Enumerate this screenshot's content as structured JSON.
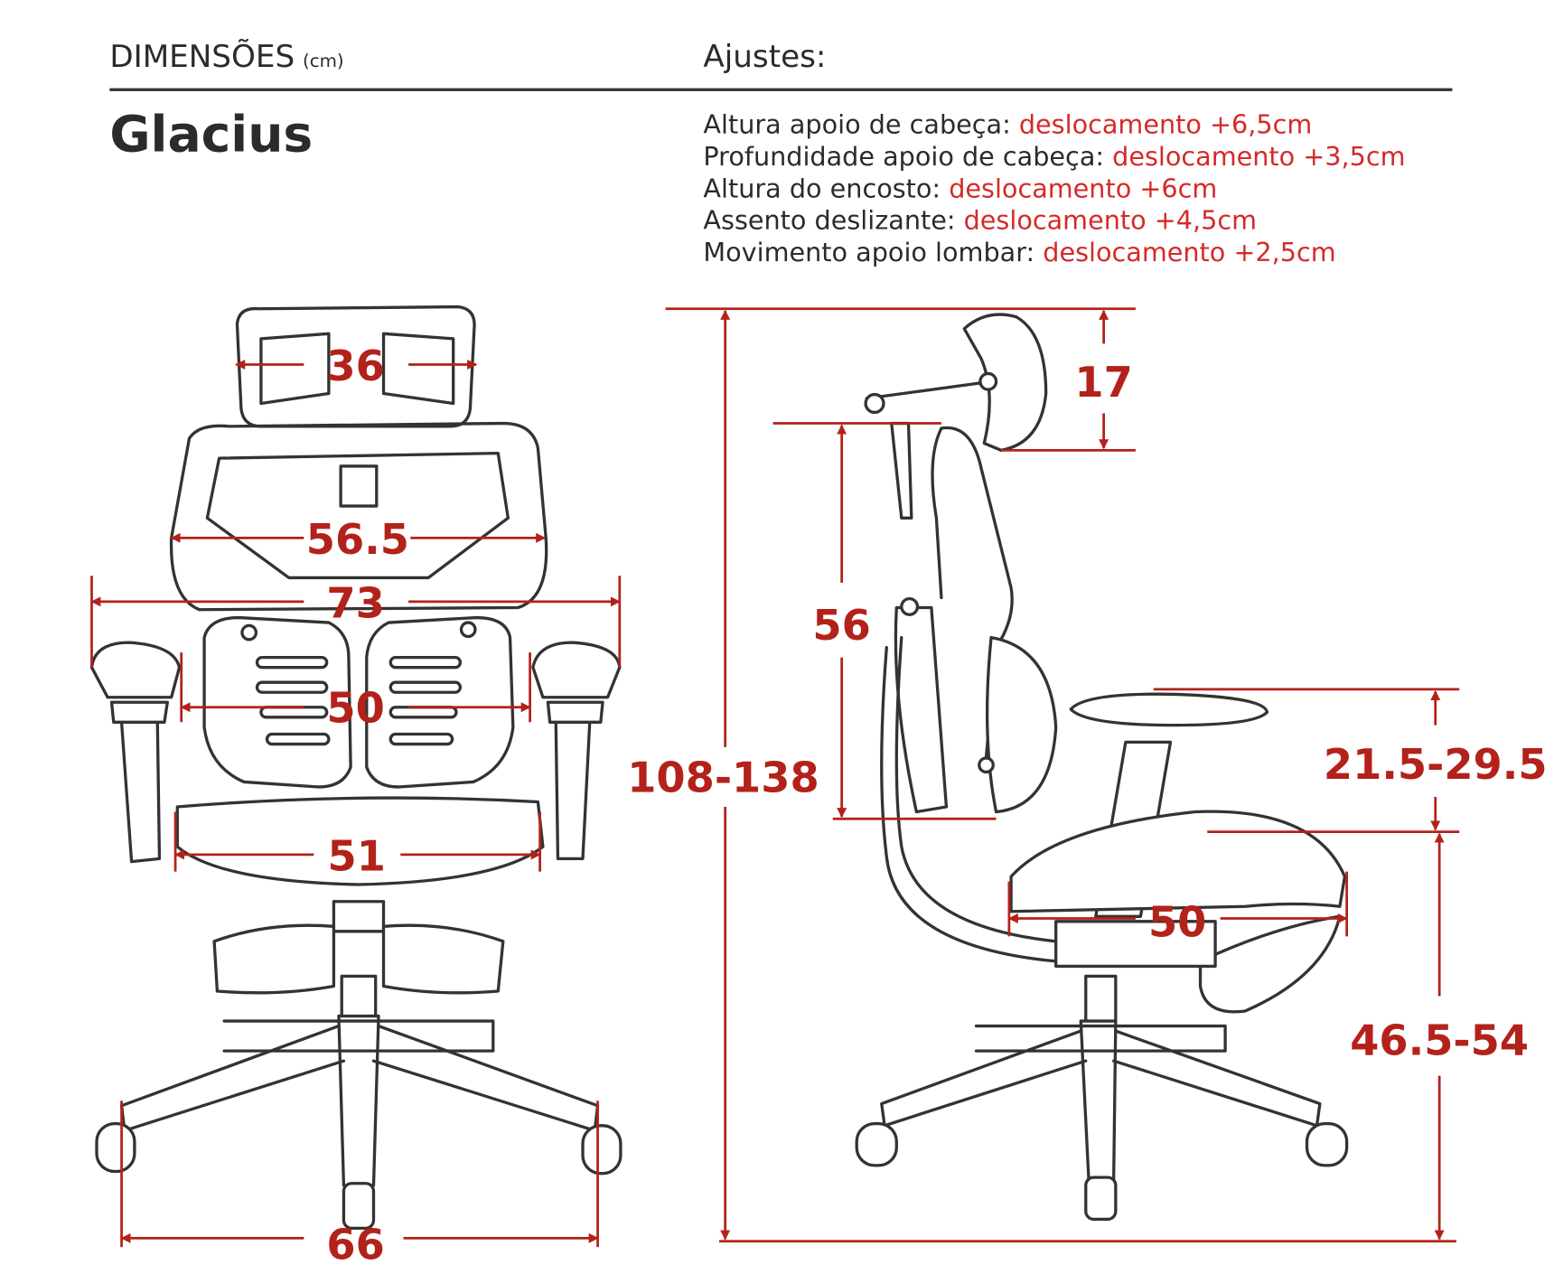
{
  "header": {
    "dimensions_title": "DIMENSÕES",
    "dimensions_unit": "(cm)",
    "adjustments_title": "Ajustes:",
    "product_name": "Glacius"
  },
  "adjustments": [
    {
      "label": "Altura apoio de cabeça:",
      "value": "deslocamento +6,5cm"
    },
    {
      "label": "Profundidade apoio de cabeça:",
      "value": "deslocamento +3,5cm"
    },
    {
      "label": "Altura do encosto:",
      "value": "deslocamento +6cm"
    },
    {
      "label": "Assento deslizante:",
      "value": "deslocamento +4,5cm"
    },
    {
      "label": "Movimento apoio lombar:",
      "value": "deslocamento +2,5cm"
    }
  ],
  "front_view": {
    "headrest_width": "36",
    "backrest_width": "56.5",
    "overall_width": "73",
    "armrest_inner_width": "50",
    "seat_width": "51",
    "base_width": "66"
  },
  "side_view": {
    "total_height": "108-138",
    "backrest_height": "56",
    "headrest_height": "17",
    "armrest_height": "21.5-29.5",
    "seat_depth": "50",
    "seat_height": "46.5-54"
  },
  "colors": {
    "accent": "#b3221a",
    "text": "#2b2b2b",
    "value_text": "#d42a2a"
  }
}
